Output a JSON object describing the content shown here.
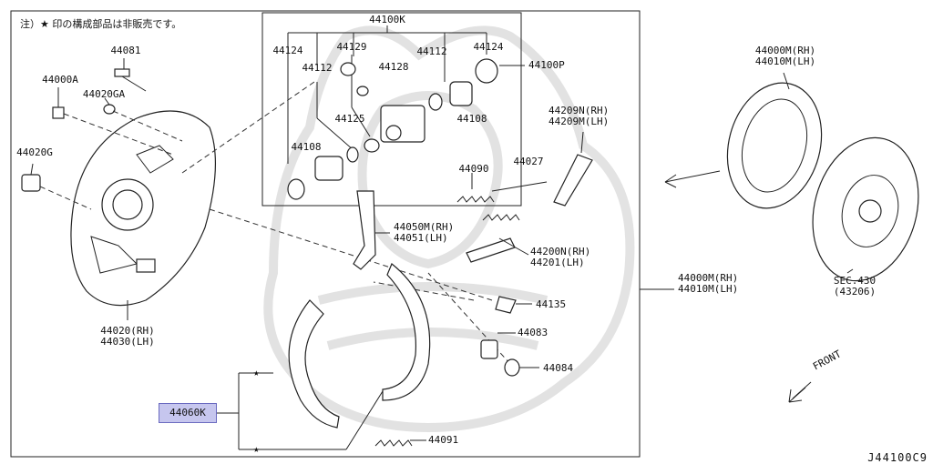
{
  "note": "注）★ 印の構成部品は非販売です。",
  "labels": {
    "k44100K": "44100K",
    "k44124a": "44124",
    "k44124b": "44124",
    "k44129": "44129",
    "k44112a": "44112",
    "k44112b": "44112",
    "k44128": "44128",
    "k44100P": "44100P",
    "k44125": "44125",
    "k44108a": "44108",
    "k44108b": "44108",
    "k44081": "44081",
    "k44000A": "44000A",
    "k44020GA": "44020GA",
    "k44020G": "44020G",
    "k44209": "44209N(RH)\n44209M(LH)",
    "k44090": "44090",
    "k44027": "44027",
    "k44050": "44050M(RH)\n44051(LH)",
    "k44200": "44200N(RH)\n44201(LH)",
    "k44135": "44135",
    "k44083": "44083",
    "k44084": "44084",
    "k44091": "44091",
    "k44020": "44020(RH)\n44030(LH)",
    "k44000Mtop": "44000M(RH)\n44010M(LH)",
    "k44000Mmid": "44000M(RH)\n44010M(LH)",
    "kSEC": "SEC.430\n(43206)"
  },
  "highlight": "44060K",
  "star_a": "★",
  "star_b": "★",
  "front": "FRONT",
  "ref_code": "J44100C9"
}
